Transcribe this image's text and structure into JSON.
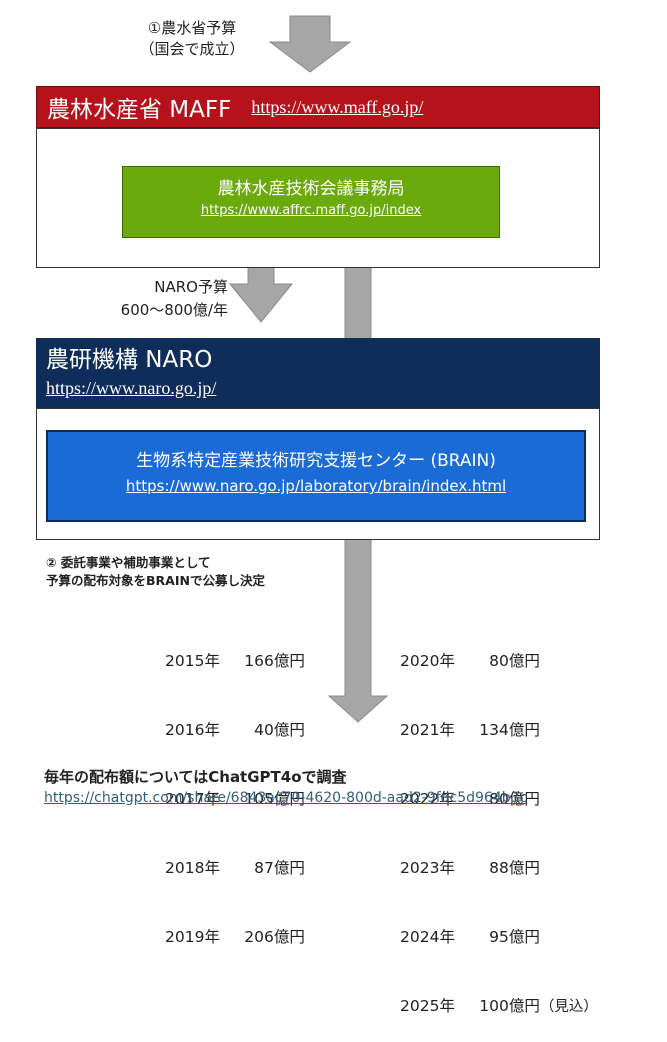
{
  "top_note": {
    "line1": "①農水省予算",
    "line2": "（国会で成立）"
  },
  "maff": {
    "name": "農林水産省 MAFF",
    "url": "https://www.maff.go.jp/",
    "sub": {
      "name": "農林水産技術会議事務局",
      "url": "https://www.affrc.maff.go.jp/index"
    }
  },
  "naro_budget_note": {
    "line1": "NARO予算",
    "line2": "600～800億/年"
  },
  "naro": {
    "name": "農研機構 NARO",
    "url": "https://www.naro.go.jp/",
    "sub": {
      "name": "生物系特定産業技術研究支援センター (BRAIN)",
      "url": "https://www.naro.go.jp/laboratory/brain/index.html"
    }
  },
  "commission_note": {
    "line1": "② 委託事業や補助事業として",
    "line2": "予算の配布対象をBRAINで公募し決定"
  },
  "budgets_left": [
    {
      "year": "2015年",
      "amount": "166億円"
    },
    {
      "year": "2016年",
      "amount": "40億円"
    },
    {
      "year": "2017年",
      "amount": "105億円"
    },
    {
      "year": "2018年",
      "amount": "87億円"
    },
    {
      "year": "2019年",
      "amount": "206億円"
    }
  ],
  "budgets_right": [
    {
      "year": "2020年",
      "amount": "80億円"
    },
    {
      "year": "2021年",
      "amount": "134億円"
    },
    {
      "year": "2022年",
      "amount": "80億円"
    },
    {
      "year": "2023年",
      "amount": "88億円"
    },
    {
      "year": "2024年",
      "amount": "95億円"
    },
    {
      "year": "2025年",
      "amount": "100億円",
      "note": "（見込）"
    }
  ],
  "footer": {
    "title": "毎年の配布額についてはChatGPT4oで調査",
    "url": "https://chatgpt.com/share/6843ac70-4620-800d-aad2-9fdc5d964b3c"
  },
  "colors": {
    "maff_red": "#b5121b",
    "affrc_green": "#6aaa0c",
    "naro_navy": "#0e2d5b",
    "brain_blue": "#1b6bd6",
    "arrow_gray": "#a6a6a6"
  }
}
